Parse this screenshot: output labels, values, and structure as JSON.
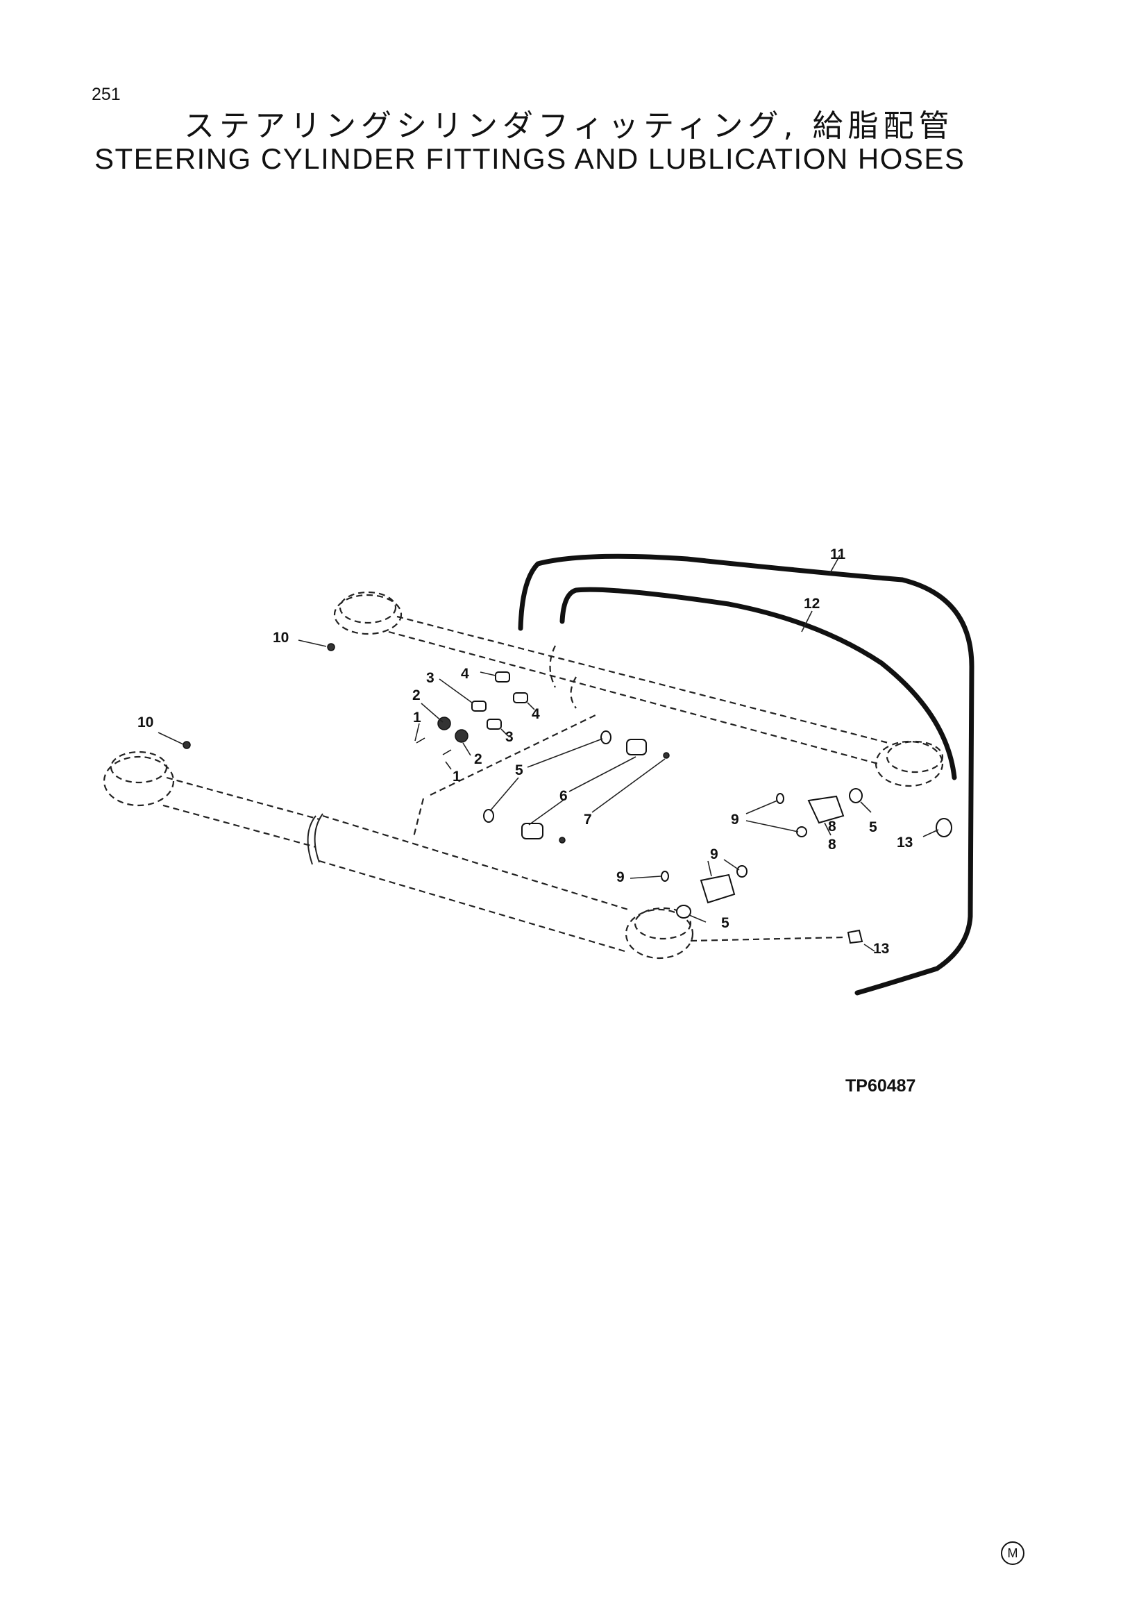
{
  "page": {
    "number": "251",
    "title_ja": "ステアリングシリンダフィッティング, 給脂配管",
    "title_en": "STEERING CYLINDER FITTINGS AND LUBLICATION HOSES",
    "figure_code": "TP60487",
    "mark": "M"
  },
  "diagram": {
    "callouts": [
      "11",
      "12",
      "10",
      "4",
      "3",
      "2",
      "1",
      "4",
      "3",
      "2",
      "1",
      "10",
      "5",
      "6",
      "7",
      "9",
      "8",
      "5",
      "13",
      "8",
      "9",
      "9",
      "5",
      "13"
    ]
  }
}
